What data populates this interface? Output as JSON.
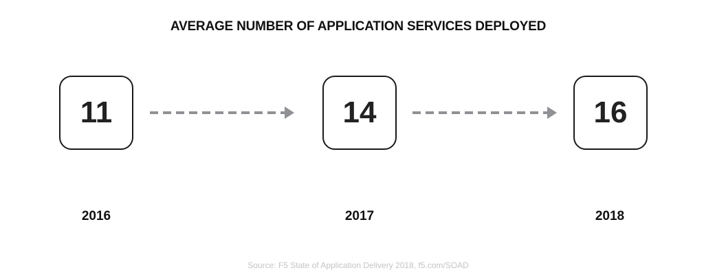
{
  "title": "AVERAGE NUMBER OF APPLICATION SERVICES DEPLOYED",
  "steps": [
    {
      "value": "11",
      "year": "2016"
    },
    {
      "value": "14",
      "year": "2017"
    },
    {
      "value": "16",
      "year": "2018"
    }
  ],
  "arrow_color": "#8f9194",
  "source": "Source: F5 State of Application Delivery 2018, f5.com/SOAD"
}
